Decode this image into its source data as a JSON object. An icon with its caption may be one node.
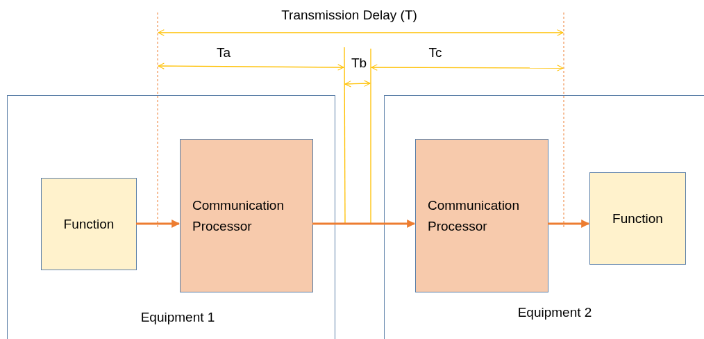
{
  "diagram": {
    "nodes": [
      {
        "text": [
          "Equipment 1"
        ]
      },
      {
        "text": [
          "Function"
        ],
        "in": 0
      },
      {
        "text": [
          "Communication Processor"
        ],
        "in": 0
      },
      {
        "text": [
          "Equipment 2"
        ]
      },
      {
        "text": [
          "Communication Processor"
        ],
        "in": 3
      },
      {
        "text": [
          "Function"
        ],
        "in": 3
      }
    ],
    "edges": [
      {
        "from": 1,
        "to": 2,
        "arrow": "to"
      },
      {
        "from": 2,
        "to": 4,
        "arrow": "to"
      },
      {
        "from": 4,
        "to": 5,
        "arrow": "to"
      }
    ],
    "labels": [
      "Transmission Delay (T)",
      "Ta",
      "Tb",
      "Tc"
    ]
  }
}
